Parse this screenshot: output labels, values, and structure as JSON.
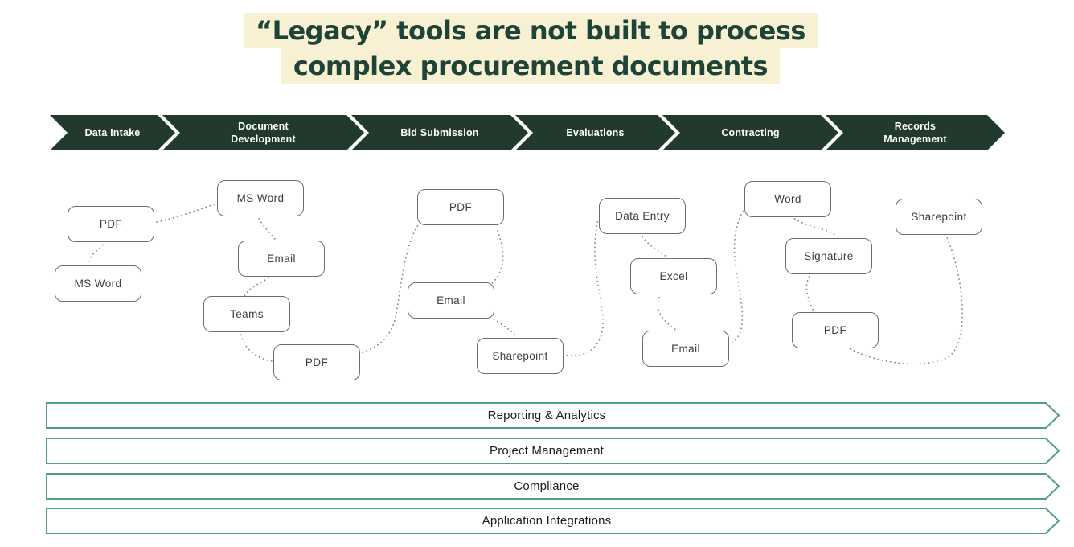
{
  "title": {
    "line1": "“Legacy” tools are not built to process",
    "line2": "complex procurement documents"
  },
  "process": {
    "steps": [
      {
        "label": "Data Intake"
      },
      {
        "label": "Document Development"
      },
      {
        "label": "Bid Submission"
      },
      {
        "label": "Evaluations"
      },
      {
        "label": "Contracting"
      },
      {
        "label": "Records Management"
      }
    ]
  },
  "tools": {
    "boxes": [
      {
        "label": "PDF"
      },
      {
        "label": "MS Word"
      },
      {
        "label": "MS Word"
      },
      {
        "label": "Email"
      },
      {
        "label": "Teams"
      },
      {
        "label": "PDF"
      },
      {
        "label": "PDF"
      },
      {
        "label": "Email"
      },
      {
        "label": "Sharepoint"
      },
      {
        "label": "Data Entry"
      },
      {
        "label": "Excel"
      },
      {
        "label": "Email"
      },
      {
        "label": "Word"
      },
      {
        "label": "Signature"
      },
      {
        "label": "PDF"
      },
      {
        "label": "Sharepoint"
      }
    ]
  },
  "capabilities": {
    "banners": [
      {
        "label": "Reporting & Analytics"
      },
      {
        "label": "Project Management"
      },
      {
        "label": "Compliance"
      },
      {
        "label": "Application Integrations"
      }
    ]
  },
  "colors": {
    "chevron_dark_green": "#223a2e",
    "title_green": "#1e4438",
    "highlight_cream": "#f8f0d2",
    "banner_teal": "#4f9e89",
    "box_border_gray": "#6d6d6d",
    "dotted_line_gray": "#8a8a8a"
  }
}
